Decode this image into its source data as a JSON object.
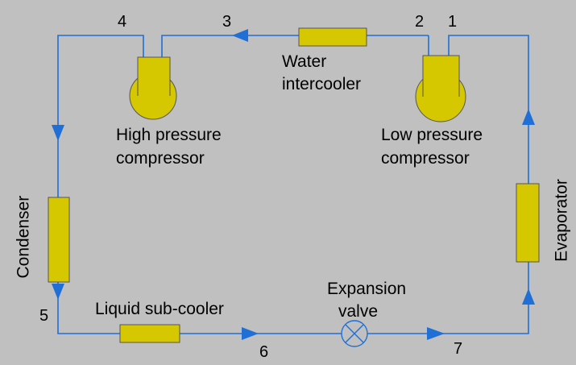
{
  "state_points": {
    "p1": "1",
    "p2": "2",
    "p3": "3",
    "p4": "4",
    "p5": "5",
    "p6": "6",
    "p7": "7"
  },
  "components": {
    "water_intercooler": {
      "line1": "Water",
      "line2": "intercooler"
    },
    "high_pressure_compressor": {
      "line1": "High pressure",
      "line2": "compressor"
    },
    "low_pressure_compressor": {
      "line1": "Low pressure",
      "line2": "compressor"
    },
    "condenser": "Condenser",
    "evaporator": "Evaporator",
    "liquid_subcooler": "Liquid sub-cooler",
    "expansion_valve": {
      "line1": "Expansion",
      "line2": "valve"
    }
  },
  "colors": {
    "background": "#c0c0c0",
    "pipe": "#1f6fd6",
    "component_fill": "#d6c800",
    "component_stroke": "#555555"
  }
}
